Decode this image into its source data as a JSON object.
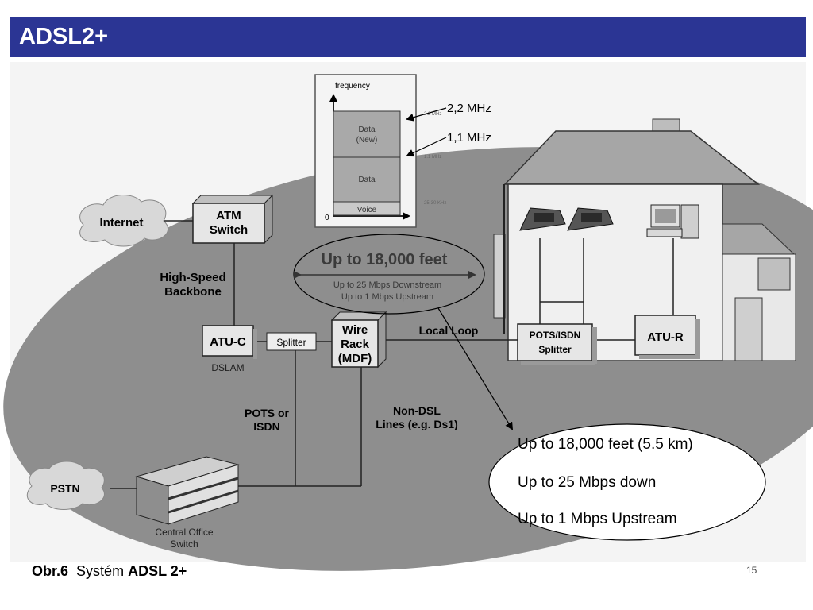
{
  "slide": {
    "title": "ADSL2+",
    "caption": {
      "prefix": "Obr.6",
      "middle": "Systém",
      "bold": "ADSL 2+"
    },
    "page_number_fragment": "15"
  },
  "spectrum": {
    "frequency_axis": "frequency",
    "bands": {
      "new": "Data\n(New)",
      "data": "Data",
      "voice": "Voice"
    },
    "zero": "0",
    "freq_small": [
      "2.2 MHz",
      "1.1 MHz",
      "25-30 KHz"
    ],
    "freq_callouts": [
      "2,2 MHz",
      "1,1 MHz"
    ]
  },
  "network": {
    "internet": "Internet",
    "atm_switch": [
      "ATM",
      "Switch"
    ],
    "backbone": [
      "High-Speed",
      "Backbone"
    ],
    "atu_c": "ATU-C",
    "splitter": "Splitter",
    "dslam": "DSLAM",
    "wire_rack": [
      "Wire",
      "Rack",
      "(MDF)"
    ],
    "local_loop": "Local Loop",
    "pots_isdn": [
      "POTS or",
      "ISDN"
    ],
    "non_dsl": [
      "Non-DSL",
      "Lines (e.g. Ds1)"
    ],
    "pstn": "PSTN",
    "central_office": [
      "Central Office",
      "Switch"
    ],
    "pots_isdn_splitter": [
      "POTS/ISDN",
      "Splitter"
    ],
    "atu_r": "ATU-R"
  },
  "range_oval": {
    "main": "Up to 18,000 feet",
    "downstream": "Up to 25 Mbps Downstream",
    "upstream": "Up to 1 Mbps Upstream"
  },
  "callout": {
    "line1": "Up to 18,000 feet  (5.5 km)",
    "line2": "Up to 25 Mbps down",
    "line3": "Up to 1 Mbps Upstream"
  },
  "colors": {
    "title_bar": "#2b3594",
    "oval": "#8c8c8c",
    "box": "#e6e6e6",
    "spectrum_band": "#a9a9a9"
  }
}
